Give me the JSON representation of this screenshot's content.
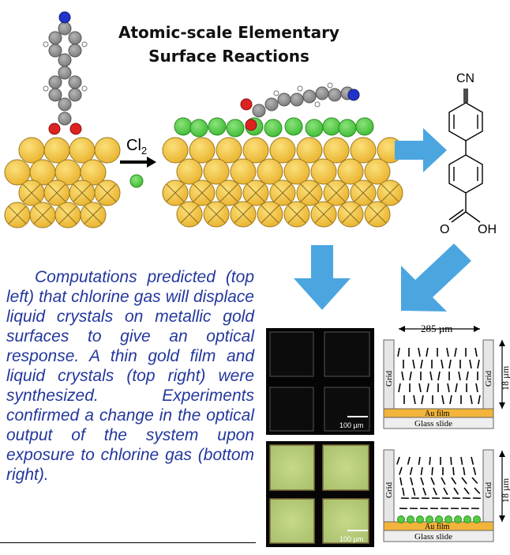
{
  "title_line1": "Atomic-scale Elementary",
  "title_line2": "Surface Reactions",
  "reagent_label": "Cl",
  "reagent_sub": "2",
  "molecule_labels": {
    "nitrile": "CN",
    "acid_o": "O",
    "acid_oh": "OH"
  },
  "description": "Computations predicted (top left) that chlorine gas will displace liquid crystals on metallic gold surfaces to give an optical response. A thin gold film and liquid crystals (top right) were synthesized. Experiments confirmed a change in the optical output of the system upon exposure to chlorine gas (bottom right).",
  "scalebar_label": "100 µm",
  "schematic": {
    "width_label": "285 µm",
    "height_label": "18 µm",
    "grid_label": "Grid",
    "film_label": "Au film",
    "glass_label": "Glass slide"
  },
  "colors": {
    "gold": "#f2c341",
    "chlorine": "#55cc44",
    "carbon": "#8a8a8a",
    "oxygen": "#dd2222",
    "nitrogen": "#2233cc",
    "arrow": "#4ba6e0",
    "text_blue": "#23379c"
  }
}
